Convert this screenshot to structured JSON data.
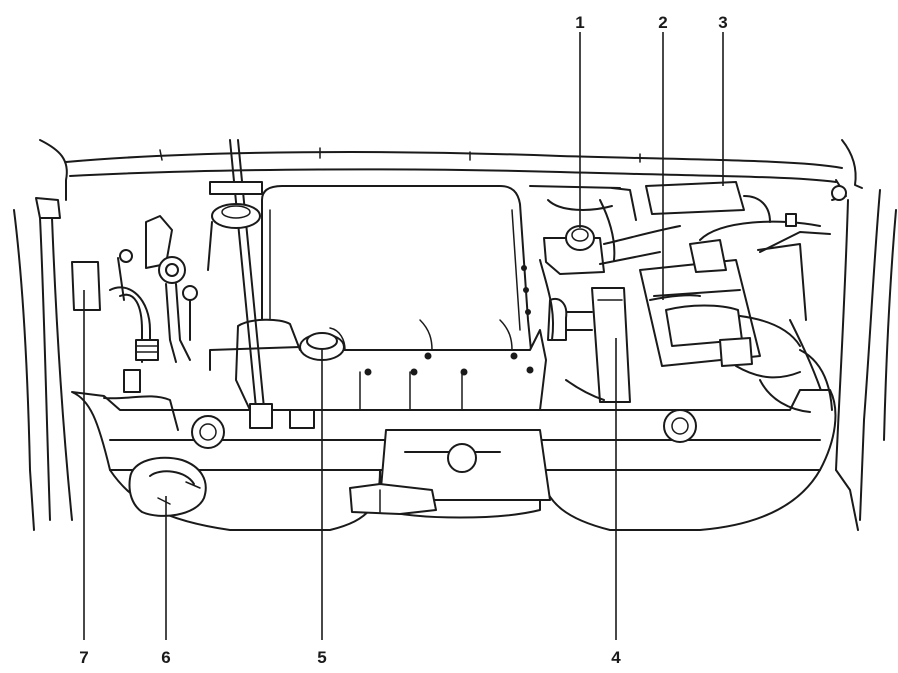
{
  "diagram": {
    "callouts": [
      {
        "id": "1",
        "label": "1"
      },
      {
        "id": "2",
        "label": "2"
      },
      {
        "id": "3",
        "label": "3"
      },
      {
        "id": "4",
        "label": "4"
      },
      {
        "id": "5",
        "label": "5"
      },
      {
        "id": "6",
        "label": "6"
      },
      {
        "id": "7",
        "label": "7"
      }
    ],
    "line_color": "#1a1a1a",
    "background_color": "#ffffff"
  }
}
